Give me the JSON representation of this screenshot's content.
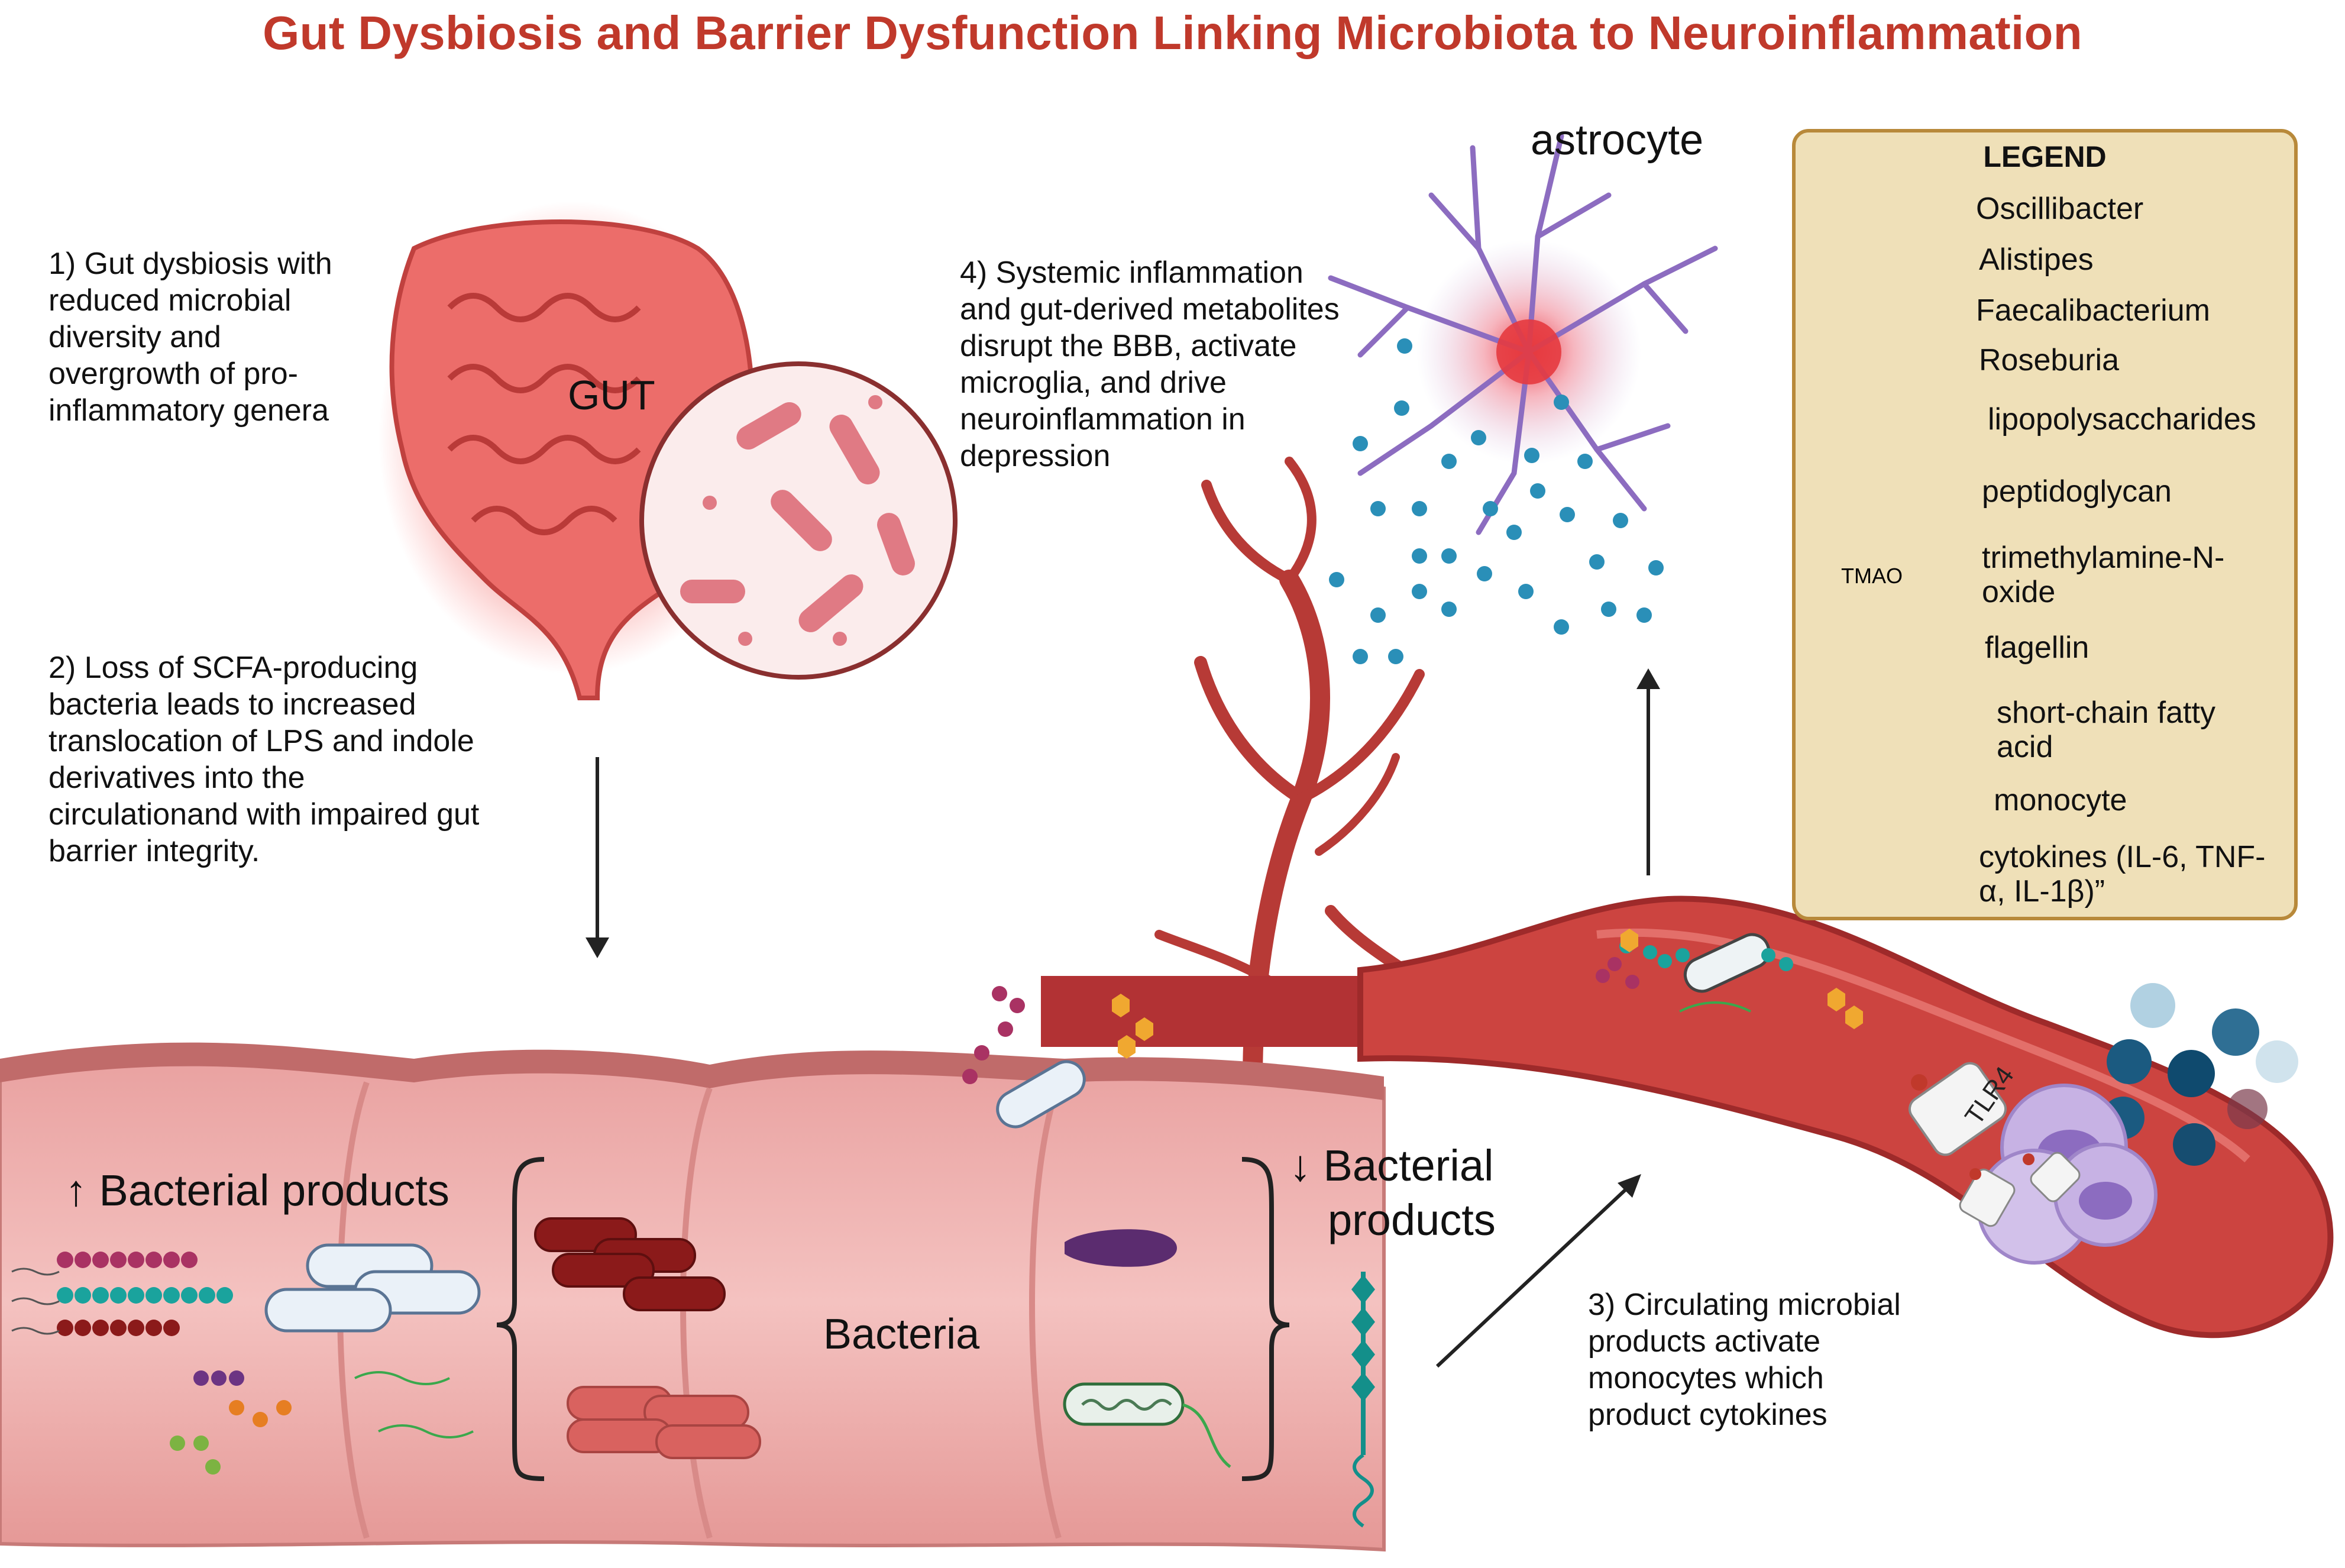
{
  "title": "Gut Dysbiosis and Barrier Dysfunction Linking Microbiota to Neuroinflammation",
  "steps": {
    "step1": [
      "1) Gut dysbiosis with",
      "reduced microbial",
      "diversity and",
      "overgrowth of pro-",
      "inflammatory genera"
    ],
    "step2": [
      "2) Loss of SCFA-producing",
      "bacteria leads to  increased",
      "translocation of  LPS and indole",
      "derivatives into the",
      "circulationand with impaired gut",
      "barrier integrity."
    ],
    "step3": [
      "3) Circulating microbial",
      "products  activate",
      "monocytes which",
      "product cytokines"
    ],
    "step4": [
      "4) Systemic inflammation",
      "and gut-derived metabolites",
      "disrupt the BBB, activate",
      "microglia, and drive",
      "neuroinflammation in",
      "depression"
    ]
  },
  "labels": {
    "gut": "GUT",
    "astrocyte": "astrocyte",
    "bacteria": "Bacteria",
    "up_products": "↑  Bacterial products",
    "down_products_1": "↓ Bacterial",
    "down_products_2": "products",
    "tlr4": "TLR4",
    "tmao": "TMAO"
  },
  "legend": {
    "title": "LEGEND",
    "items": [
      {
        "label": "Oscillibacter"
      },
      {
        "label": "Alistipes"
      },
      {
        "label": "Faecalibacterium"
      },
      {
        "label": "Roseburia"
      },
      {
        "label": "lipopolysaccharides"
      },
      {
        "label": "peptidoglycan"
      },
      {
        "label": "trimethylamine-N-",
        "label2": "oxide"
      },
      {
        "label": "flagellin"
      },
      {
        "label": "short-chain fatty",
        "label2": "acid"
      },
      {
        "label": "monocyte"
      },
      {
        "label": "cytokines (IL-6, TNF-",
        "label2": "α, IL-1β)”"
      }
    ]
  },
  "colors": {
    "title": "#c0392b",
    "oscillibacter": "#8b1a1a",
    "alistipes": "#d9625f",
    "faecalibacterium": "#5b2c6f",
    "roseburia": "#e8f0ea",
    "lps": "#a93263",
    "peptidoglycan": "#e67e22",
    "scfa": "#138f8a",
    "cytokine": "#1b6a94",
    "vessel": "#c0392b",
    "monocyte": "#b9a3d6",
    "legend_bg": "#efe0b8",
    "legend_border": "#b8893a"
  }
}
